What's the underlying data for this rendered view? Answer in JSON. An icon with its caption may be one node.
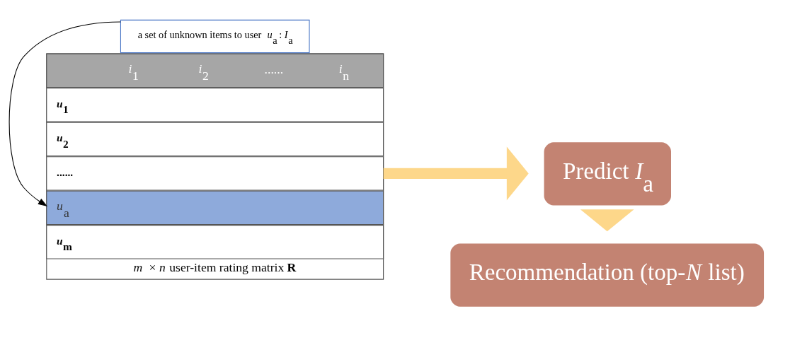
{
  "diagram": {
    "nodes": [
      {
        "text": [],
        "shape": "box",
        "beside": [
          "*m*  × *n* user-item rating matrix **R**"
        ]
      },
      {
        "text": [
          "*i*$_{1}$",
          "*i*$_{2}$",
          "......",
          "*i*$_{n}$"
        ],
        "in": 0
      },
      {
        "text": [
          "*u*$_{1}$"
        ],
        "in": 0
      },
      {
        "text": [
          "*u*$_{2}$"
        ],
        "in": 0
      },
      {
        "text": [
          "......"
        ],
        "in": 0
      },
      {
        "text": [
          "*u*$_{a}$"
        ],
        "in": 0
      },
      {
        "text": [
          "*u*$_{m}$"
        ],
        "in": 0
      },
      {
        "text": [
          "a set of unknown items to user *u*$_{a}$ : *I*$_{a}$"
        ]
      },
      {
        "text": [
          "Predict *I*$_{a}$"
        ]
      },
      {
        "text": [
          "Recommendation (top-*N* list)"
        ]
      }
    ],
    "edges": [
      {
        "from": 7,
        "to": 5,
        "arrow": "to"
      },
      {
        "from": 0,
        "to": 8,
        "arrow": "to",
        "style": "thick",
        "color": "#fdd78a"
      },
      {
        "from": 8,
        "to": 9,
        "arrow": "to",
        "style": "thick",
        "color": "#fdd78a"
      }
    ]
  }
}
